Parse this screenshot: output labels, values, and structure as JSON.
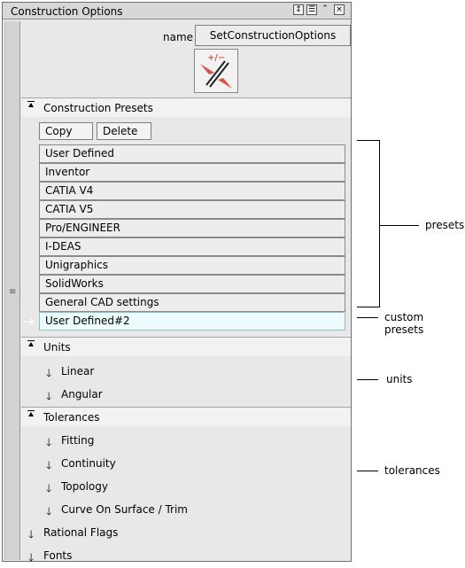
{
  "window": {
    "title": "Construction Options"
  },
  "name_field": {
    "label": "name",
    "value": "SetConstructionOptions"
  },
  "tool": {
    "icon": "construction-options-icon"
  },
  "sections": {
    "presets": {
      "title": "Construction Presets"
    },
    "units": {
      "title": "Units",
      "items": [
        "Linear",
        "Angular"
      ]
    },
    "tolerances": {
      "title": "Tolerances",
      "items": [
        "Fitting",
        "Continuity",
        "Topology",
        "Curve On Surface / Trim"
      ]
    },
    "rational_flags": {
      "title": "Rational Flags"
    },
    "fonts": {
      "title": "Fonts"
    }
  },
  "buttons": {
    "copy": "Copy",
    "delete": "Delete"
  },
  "presets": [
    "User Defined",
    "Inventor",
    "CATIA V4",
    "CATIA V5",
    "Pro/ENGINEER",
    "I-DEAS",
    "Unigraphics",
    "SolidWorks",
    "General CAD settings"
  ],
  "custom_preset": "User Defined#2",
  "annotations": {
    "presets": "presets",
    "custom": "custom presets",
    "units": "units",
    "tolerances": "tolerances"
  },
  "colors": {
    "panel": "#e8e8e8",
    "custom_row": "#ecfcfc",
    "header": "#f2f2f2"
  }
}
